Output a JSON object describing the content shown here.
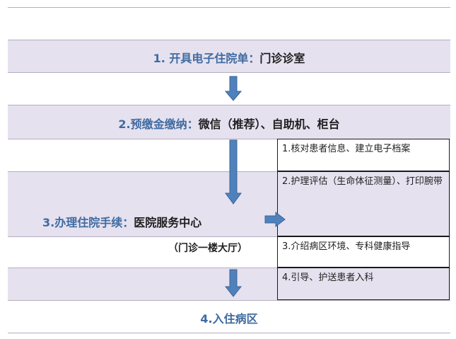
{
  "steps": [
    {
      "num": "1.",
      "title": "开具电子住院单：",
      "detail": "门诊诊室"
    },
    {
      "num": "2.",
      "title": "预缴金缴纳：",
      "detail": "微信（推荐）、自助机、柜台"
    },
    {
      "num": "3.",
      "title": "办理住院手续：",
      "detail": "医院服务中心",
      "subdetail": "（门诊一楼大厅）"
    },
    {
      "num": "4.",
      "title": "入住病区"
    }
  ],
  "tasks": [
    "1.核对患者信息、建立电子档案",
    "2.护理评估（生命体征测量）、打印腕带",
    "3.介绍病区环境、专科健康指导",
    "4.引导、护送患者入科"
  ],
  "colors": {
    "band": "#e6e1ef",
    "line": "#b3aec0",
    "arrow": "#4f81bd",
    "arrow_stroke": "#3a6595",
    "number_blue": "#3f6ba1"
  }
}
